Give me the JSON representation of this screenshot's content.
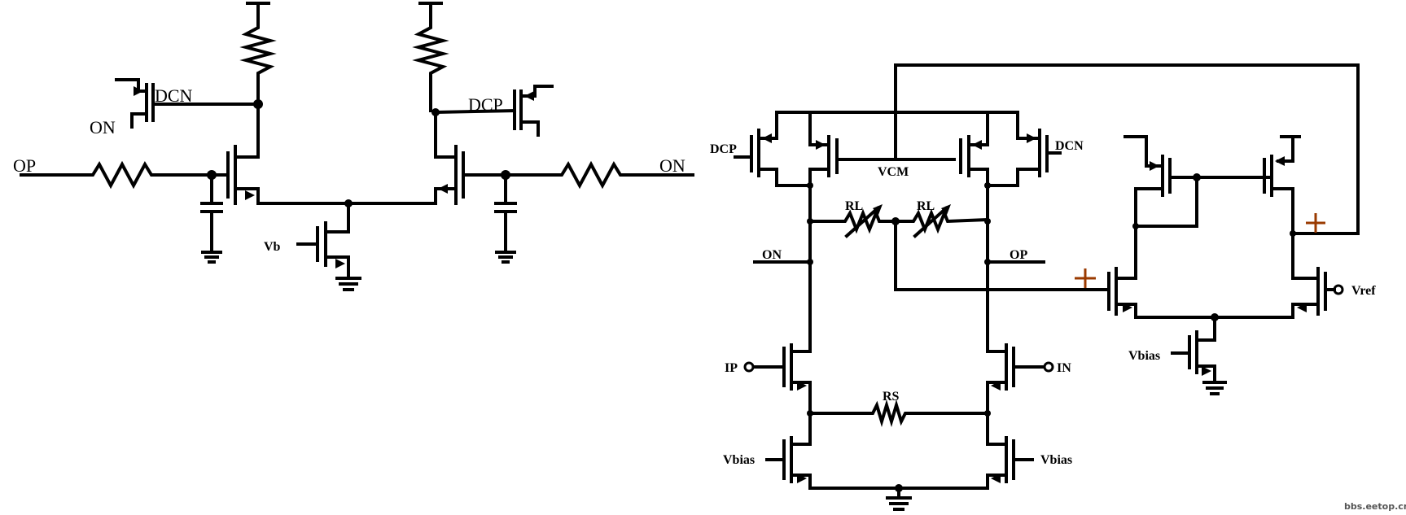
{
  "left_circuit": {
    "labels": {
      "op_in": "OP",
      "on_out": "ON",
      "on_gate": "ON",
      "dcn": "DCN",
      "dcp": "DCP",
      "vb": "Vb"
    }
  },
  "right_circuit": {
    "labels": {
      "dcp": "DCP",
      "dcn": "DCN",
      "vcm": "VCM",
      "rl_left": "RL",
      "rl_right": "RL",
      "on": "ON",
      "op": "OP",
      "ip": "IP",
      "in": "IN",
      "rs": "RS",
      "vbias_left": "Vbias",
      "vbias_right": "Vbias",
      "vbias_amp": "Vbias",
      "vref": "Vref",
      "plus_1": "+",
      "plus_2": "+"
    }
  },
  "watermark": "bbs.eetop.cn",
  "colors": {
    "wire": "#000000",
    "plus_marker": "#9a3a00"
  }
}
